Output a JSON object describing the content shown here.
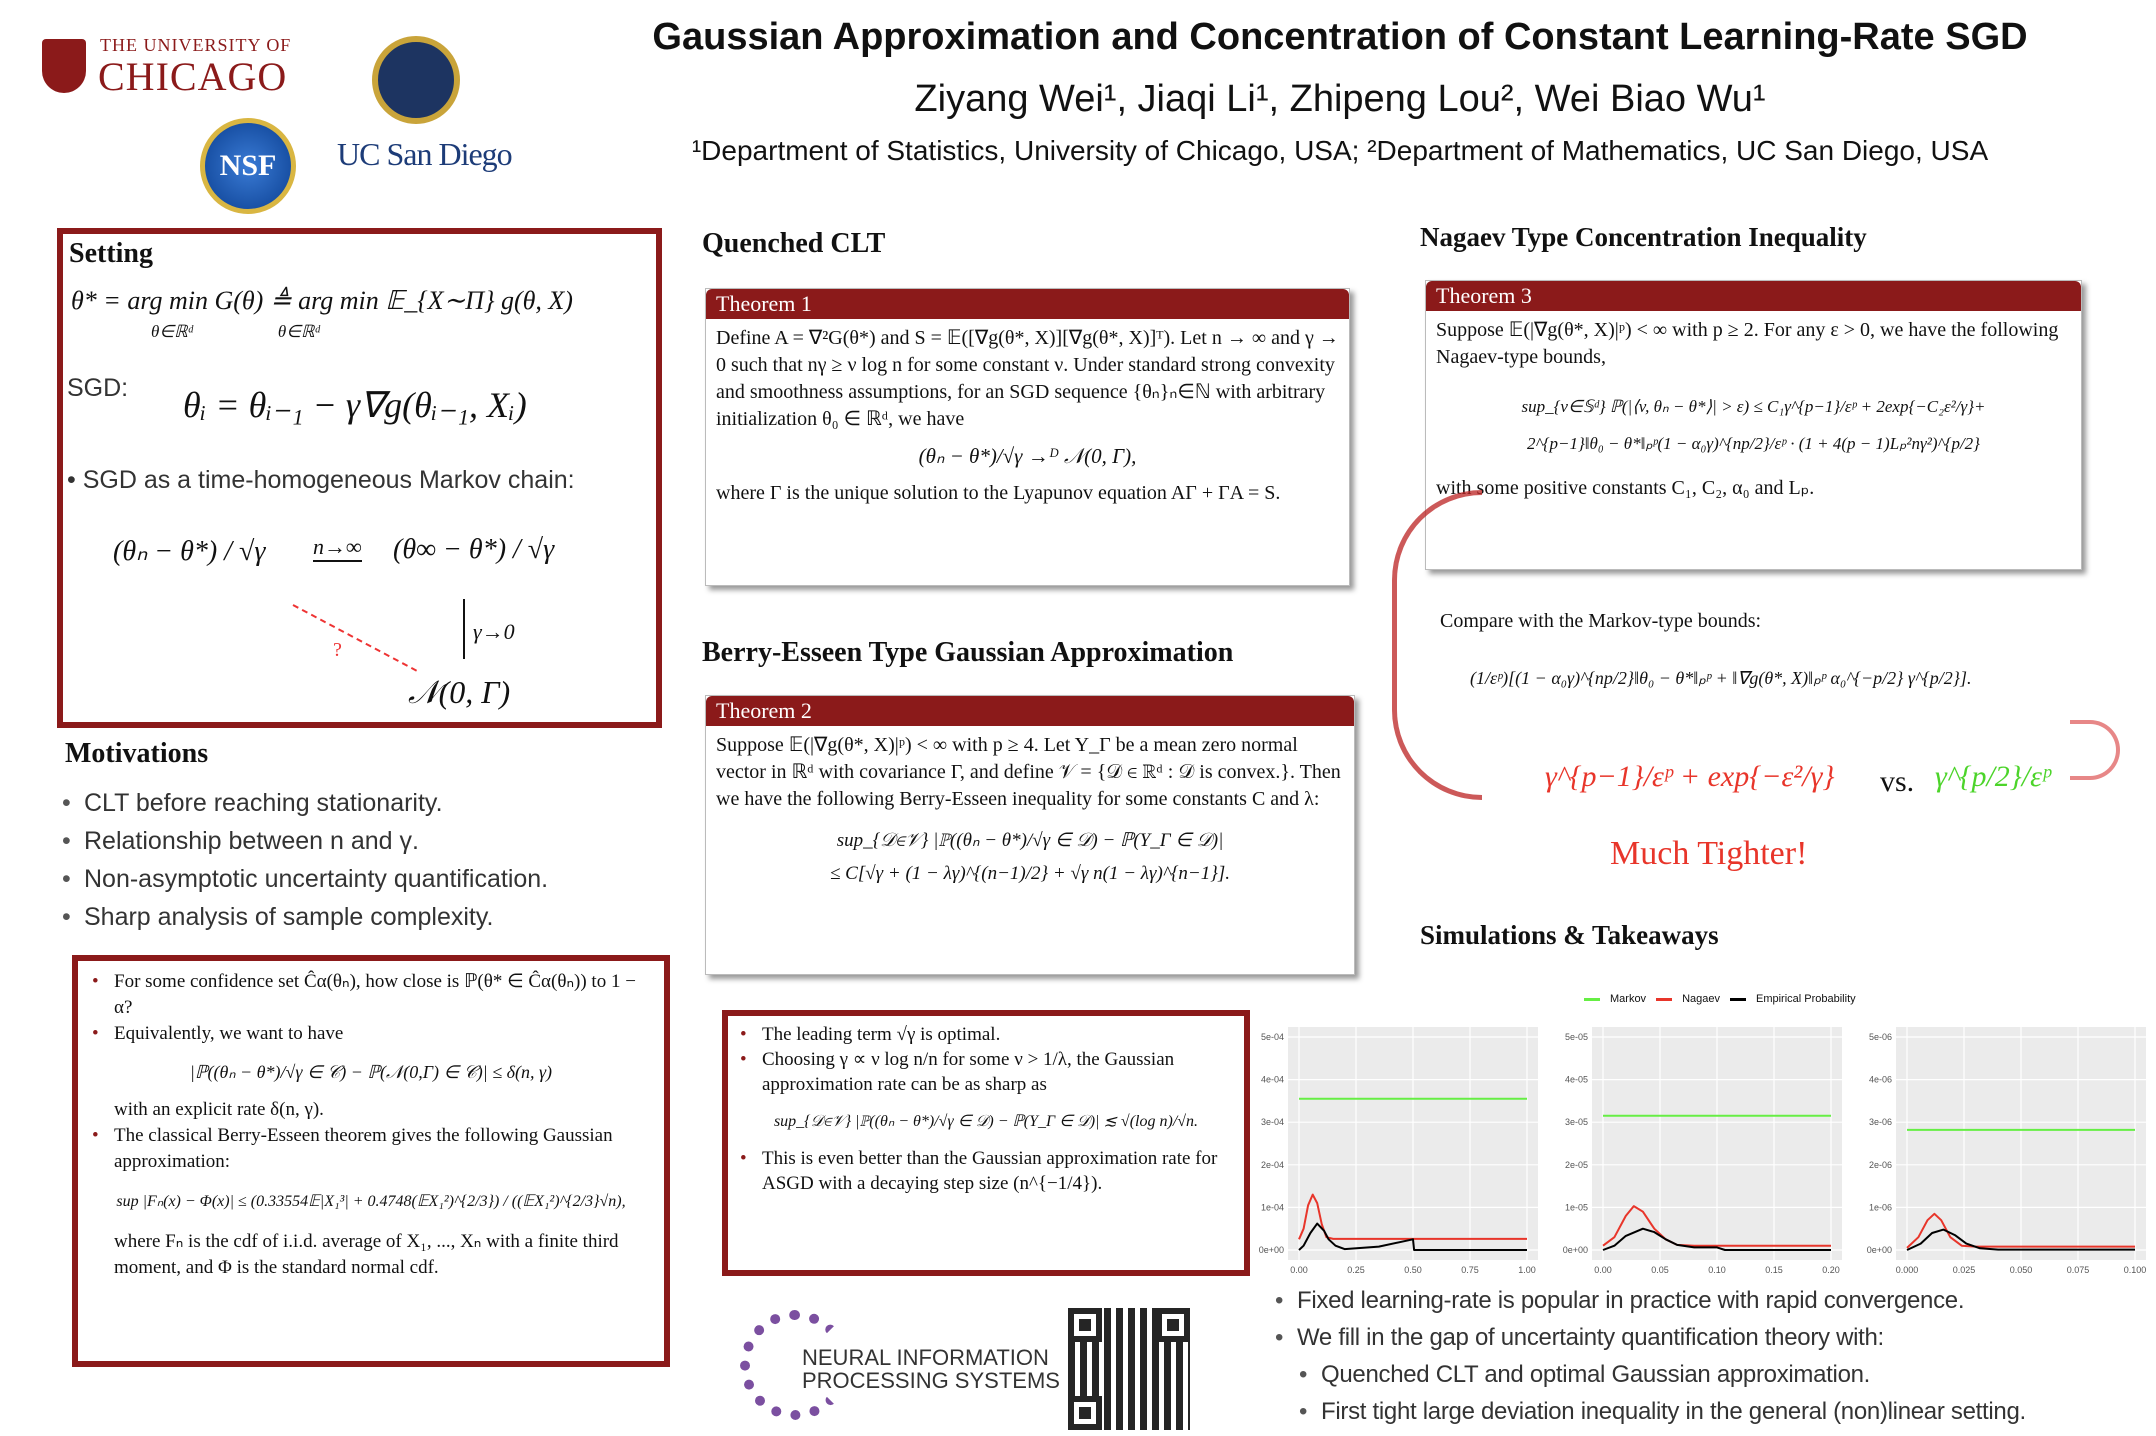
{
  "header": {
    "title": "Gaussian Approximation and Concentration of Constant Learning-Rate SGD",
    "authors": "Ziyang Wei¹, Jiaqi Li¹, Zhipeng Lou², Wei Biao Wu¹",
    "affiliations": "¹Department of Statistics, University of Chicago, USA; ²Department of Mathematics, UC San Diego, USA",
    "logos": {
      "uchicago_top": "THE UNIVERSITY OF",
      "uchicago_bottom": "CHICAGO",
      "nsf": "NSF",
      "ucsd": "UC San Diego"
    }
  },
  "setting": {
    "title": "Setting",
    "objective": "θ* = arg min G(θ) ≜ arg min 𝔼_{X∼Π} g(θ, X)",
    "objective_sub": "θ∈ℝᵈ                    θ∈ℝᵈ",
    "sgd_label": "SGD:",
    "sgd_eq": "θᵢ = θᵢ₋₁ − γ∇g(θᵢ₋₁, Xᵢ)",
    "markov_label": "SGD as a time-homogeneous Markov chain:",
    "lhs": "(θₙ − θ*) / √γ",
    "arrow1": "n→∞",
    "rhs": "(θ∞ − θ*) / √γ",
    "arrow2": "γ→0",
    "question": "?",
    "limit": "𝒩(0, Γ)"
  },
  "motivations": {
    "title": "Motivations",
    "items": [
      "CLT before reaching stationarity.",
      "Relationship between n and γ.",
      "Non-asymptotic uncertainty quantification.",
      "Sharp analysis of sample complexity."
    ]
  },
  "box_left": {
    "items": [
      "For some confidence set Ĉα(θₙ), how close is ℙ(θ* ∈ Ĉα(θₙ)) to 1 − α?",
      "Equivalently, we want to have",
      "The classical Berry-Esseen theorem gives the following Gaussian approximation:"
    ],
    "eq1": "|ℙ((θₙ − θ*)/√γ ∈ 𝒞) − ℙ(𝒩(0,Γ) ∈ 𝒞)| ≤ δ(n, γ)",
    "rate_text": "with an explicit rate δ(n, γ).",
    "eq2": "sup |Fₙ(x) − Φ(x)| ≤ (0.33554𝔼|X₁³| + 0.4748(𝔼X₁²)^{2/3}) / ((𝔼X₁²)^{2/3}√n),",
    "footer": "where Fₙ is the cdf of i.i.d. average of X₁, ..., Xₙ with a finite third moment, and Φ is the standard normal cdf."
  },
  "quenched": {
    "title": "Quenched CLT",
    "thm_label": "Theorem 1",
    "text": "Define A = ∇²G(θ*) and S = 𝔼([∇g(θ*, X)][∇g(θ*, X)]ᵀ). Let n → ∞ and γ → 0 such that nγ ≥ ν log n for some constant ν. Under standard strong convexity and smoothness assumptions, for an SGD sequence {θₙ}ₙ∈ℕ with arbitrary initialization θ₀ ∈ ℝᵈ, we have",
    "eq": "(θₙ − θ*)/√γ  →ᴰ  𝒩(0, Γ),",
    "footer": "where Γ is the unique solution to the Lyapunov equation AΓ + ΓA = S."
  },
  "berry": {
    "title": "Berry-Esseen Type Gaussian Approximation",
    "thm_label": "Theorem 2",
    "text": "Suppose 𝔼(|∇g(θ*, X)|ᵖ) < ∞ with p ≥ 4. Let Y_Γ be a mean zero normal vector in ℝᵈ with covariance Γ, and define 𝒱 = {𝒟 ∈ ℝᵈ : 𝒟 is convex.}. Then we have the following Berry-Esseen inequality for some constants C and λ:",
    "eq1": "sup_{𝒟∈𝒱} |ℙ((θₙ − θ*)/√γ ∈ 𝒟) − ℙ(Y_Γ ∈ 𝒟)|",
    "eq2": "≤ C[√γ + (1 − λγ)^{(n−1)/2} + √γ n(1 − λγ)^{n−1}]."
  },
  "box_mid": {
    "items": [
      "The leading term √γ is optimal.",
      "Choosing γ ∝ ν log n/n for some ν > 1/λ, the Gaussian approximation rate can be as sharp as",
      "This is even better than the Gaussian approximation rate for ASGD with a decaying step size (n^{−1/4})."
    ],
    "eq": "sup_{𝒟∈𝒱} |ℙ((θₙ − θ*)/√γ ∈ 𝒟) − ℙ(Y_Γ ∈ 𝒟)| ≲ √(log n)/√n."
  },
  "neurips": {
    "line1": "NEURAL INFORMATION",
    "line2": "PROCESSING SYSTEMS"
  },
  "nagaev": {
    "title": "Nagaev Type Concentration Inequality",
    "thm_label": "Theorem 3",
    "text": "Suppose 𝔼(|∇g(θ*, X)|ᵖ) < ∞ with p ≥ 2. For any ε > 0, we have the following Nagaev-type bounds,",
    "eq1": "sup_{v∈𝕊ᵈ} ℙ(|⟨v, θₙ − θ*⟩| > ε) ≤ C₁γ^{p−1}/εᵖ + 2exp{−C₂ε²/γ}+",
    "eq2": "2^{p−1}‖θ₀ − θ*‖ₚᵖ(1 − α₀γ)^{np/2}/εᵖ · (1 + 4(p − 1)Lₚ²nγ²)^{p/2}",
    "footer": "with some positive constants C₁, C₂, α₀ and Lₚ.",
    "compare": "Compare with the Markov-type bounds:",
    "markov_eq": "(1/εᵖ)[(1 − α₀γ)^{np/2}‖θ₀ − θ*‖ₚᵖ + ‖∇g(θ*, X)‖ₚᵖ α₀^{−p/2} γ^{p/2}].",
    "vs_left": "γ^{p−1}/εᵖ + exp{−ε²/γ}",
    "vs": "vs.",
    "vs_right": "γ^{p/2}/εᵖ",
    "tighter": "Much Tighter!"
  },
  "simulations": {
    "title": "Simulations & Takeaways",
    "bullets": [
      "Fixed learning-rate is popular in practice with rapid convergence.",
      "We fill in the gap of uncertainty quantification theory with:"
    ],
    "sub_bullets": [
      "Quenched CLT and optimal Gaussian approximation.",
      "First tight large deviation inequality in the general (non)linear setting."
    ]
  },
  "colors": {
    "accent": "#8b1a1a",
    "markov": "#66ee44",
    "nagaev": "#e8352a",
    "empirical": "#000000",
    "panel": "#ebebeb"
  },
  "chart_data": {
    "type": "line",
    "legend": [
      "Markov",
      "Nagaev",
      "Empirical Probability"
    ],
    "legend_placement": "top",
    "grid": true,
    "panels": [
      {
        "xlim": [
          0,
          1
        ],
        "ylim": [
          0,
          0.0005
        ],
        "xticks": [
          "0.00",
          "0.25",
          "0.50",
          "0.75",
          "1.00"
        ],
        "xtick_values": [
          0,
          0.25,
          0.5,
          0.75,
          1
        ],
        "yticks": [
          "0e+00",
          "1e-04",
          "2e-04",
          "3e-04",
          "4e-04",
          "5e-04"
        ],
        "series": [
          {
            "name": "Markov",
            "x": [
              0,
              1
            ],
            "y": [
              0.000355,
              0.000355
            ]
          },
          {
            "name": "Nagaev",
            "x": [
              0,
              0.02,
              0.04,
              0.06,
              0.08,
              0.1,
              0.12,
              0.15,
              0.2,
              1
            ],
            "y": [
              2.5e-05,
              5e-05,
              0.000105,
              0.00013,
              0.00011,
              6e-05,
              3e-05,
              2.6e-05,
              2.6e-05,
              2.6e-05
            ]
          },
          {
            "name": "Empirical Probability",
            "x": [
              0,
              0.02,
              0.05,
              0.08,
              0.11,
              0.13,
              0.16,
              0.2,
              0.35,
              0.5,
              0.505,
              1
            ],
            "y": [
              0,
              1e-05,
              4e-05,
              6.2e-05,
              4.5e-05,
              2.5e-05,
              1e-05,
              2e-06,
              8e-06,
              2.5e-05,
              0,
              0
            ]
          }
        ]
      },
      {
        "xlim": [
          0,
          0.2
        ],
        "ylim": [
          0,
          5e-05
        ],
        "xticks": [
          "0.00",
          "0.05",
          "0.10",
          "0.15",
          "0.20"
        ],
        "xtick_values": [
          0,
          0.05,
          0.1,
          0.15,
          0.2
        ],
        "yticks": [
          "0e+00",
          "1e-05",
          "2e-05",
          "3e-05",
          "4e-05",
          "5e-05"
        ],
        "series": [
          {
            "name": "Markov",
            "x": [
              0,
              0.2
            ],
            "y": [
              3.15e-05,
              3.15e-05
            ]
          },
          {
            "name": "Nagaev",
            "x": [
              0,
              0.01,
              0.02,
              0.027,
              0.035,
              0.045,
              0.055,
              0.065,
              0.08,
              0.2
            ],
            "y": [
              1e-06,
              3e-06,
              8e-06,
              1.03e-05,
              9e-06,
              5e-06,
              2.5e-06,
              1.2e-06,
              1e-06,
              1e-06
            ]
          },
          {
            "name": "Empirical Probability",
            "x": [
              0,
              0.01,
              0.02,
              0.035,
              0.045,
              0.055,
              0.065,
              0.08,
              0.1,
              0.107,
              0.2
            ],
            "y": [
              0,
              1e-06,
              3.3e-06,
              5e-06,
              4.2e-06,
              2.5e-06,
              1.2e-06,
              6e-07,
              6e-07,
              0,
              0
            ]
          }
        ]
      },
      {
        "xlim": [
          0,
          0.1
        ],
        "ylim": [
          0,
          5e-06
        ],
        "xticks": [
          "0.000",
          "0.025",
          "0.050",
          "0.075",
          "0.100"
        ],
        "xtick_values": [
          0,
          0.025,
          0.05,
          0.075,
          0.1
        ],
        "yticks": [
          "0e+00",
          "1e-06",
          "2e-06",
          "3e-06",
          "4e-06",
          "5e-06"
        ],
        "series": [
          {
            "name": "Markov",
            "x": [
              0,
              0.1
            ],
            "y": [
              2.82e-06,
              2.82e-06
            ]
          },
          {
            "name": "Nagaev",
            "x": [
              0,
              0.005,
              0.009,
              0.012,
              0.015,
              0.019,
              0.024,
              0.03,
              0.1
            ],
            "y": [
              5e-08,
              3e-07,
              7e-07,
              8.5e-07,
              7e-07,
              3e-07,
              1e-07,
              8e-08,
              8e-08
            ]
          },
          {
            "name": "Empirical Probability",
            "x": [
              0,
              0.006,
              0.011,
              0.016,
              0.021,
              0.026,
              0.032,
              0.04,
              0.1
            ],
            "y": [
              0,
              1.5e-07,
              4e-07,
              4.8e-07,
              3.5e-07,
              1.5e-07,
              4e-08,
              1e-08,
              1e-08
            ]
          }
        ]
      }
    ]
  }
}
